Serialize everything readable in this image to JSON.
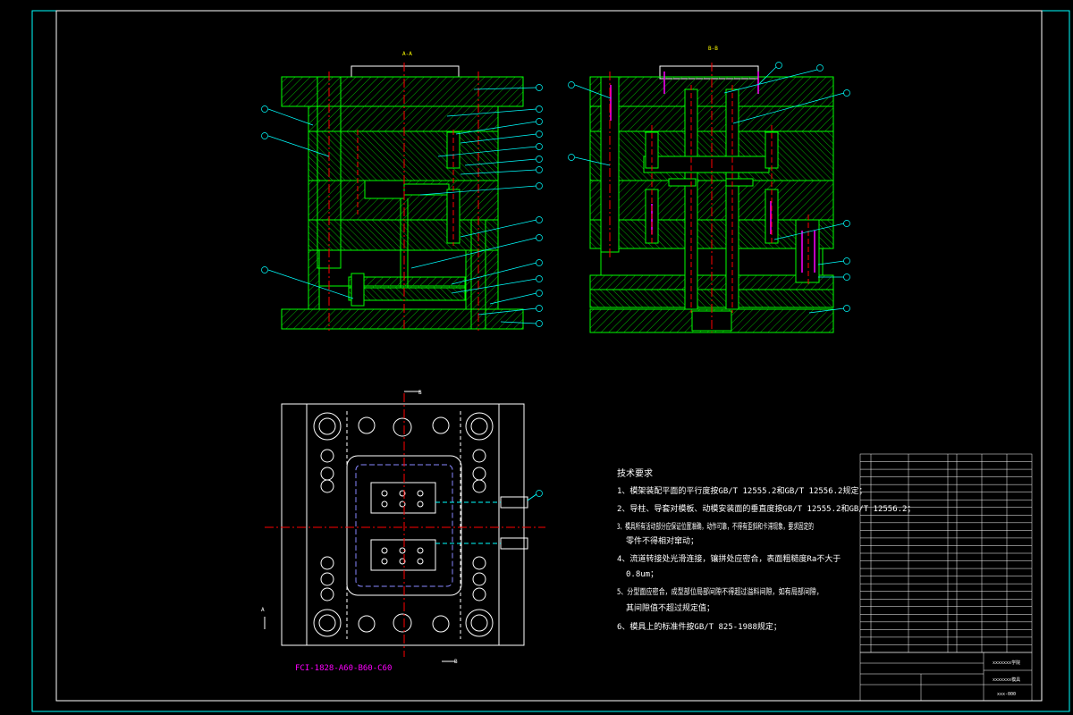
{
  "drawing": {
    "section_a_label": "A-A",
    "section_b_label": "B-B",
    "plan_marker_b": "B",
    "plan_marker_a": "A",
    "model_code": "FCI-1828-A60-B60-C60",
    "colors": {
      "background": "#000000",
      "frame": "#00ffff",
      "plate_fill": "#00ff00",
      "red_center": "#ff0000",
      "cyan_lines": "#00ffff",
      "magenta": "#ff00ff",
      "white_text": "#ffffff",
      "yellow": "#ffff00"
    }
  },
  "notes": {
    "title": "技术要求",
    "items": [
      "1、模架装配平面的平行度按GB/T 12555.2和GB/T 12556.2规定；",
      "2、导柱、导套对模板、动模安装面的垂直度按GB/T 12555.2和GB/T 12556.2；",
      "3、模具所有活动部分应保证位置准确，动作可靠，不得有歪斜和卡滞现象，要求固定的",
      "零件不得相对窜动；",
      "4、流道转接处光滑连接，镶拼处应密合，表面粗糙度Ra不大于",
      "0.8um；",
      "5、分型面应密合，成型部位局部间隙不得超过溢料间隙，如有局部间隙，",
      "其间隙值不超过规定值；",
      "6、模具上的标准件按GB/T 825-1988规定；"
    ]
  },
  "title_block": {
    "company": "xxxxxxx学院",
    "drawing_name": "xxxxxxx模具",
    "drawing_no": "xxx-000"
  }
}
